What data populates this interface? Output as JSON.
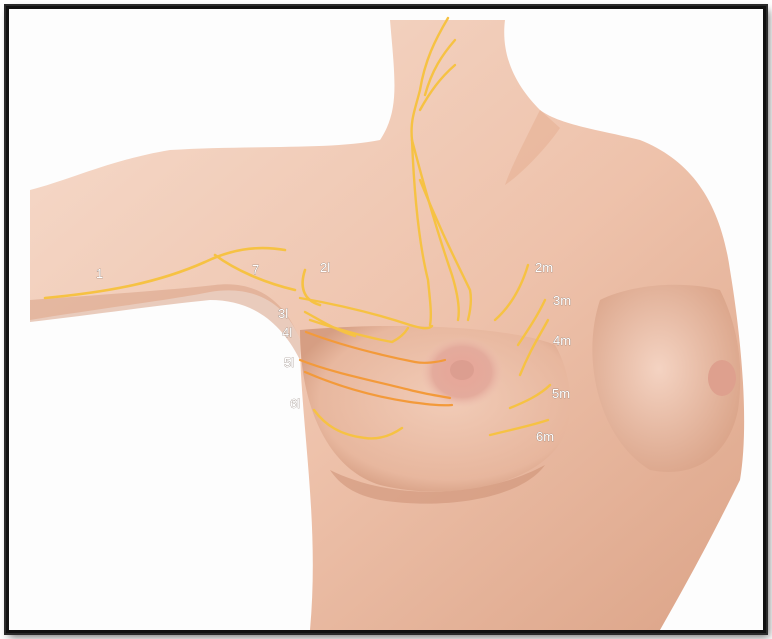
{
  "labels": {
    "l1": "1",
    "l7": "7",
    "l2l": "2l",
    "l3l": "3l",
    "l4l": "4l",
    "l5l": "5l",
    "l6l": "6l",
    "l2m": "2m",
    "l3m": "3m",
    "l4m": "4m",
    "l5m": "5m",
    "l6m": "6m"
  },
  "colors": {
    "skin_light": "#f3d2c0",
    "skin_mid": "#e6b49c",
    "skin_shadow": "#cf9478",
    "areola": "#e2a898",
    "nerve_yellow": "#f6c243",
    "nerve_orange": "#f39a3a",
    "label_text": "#ffffff"
  }
}
